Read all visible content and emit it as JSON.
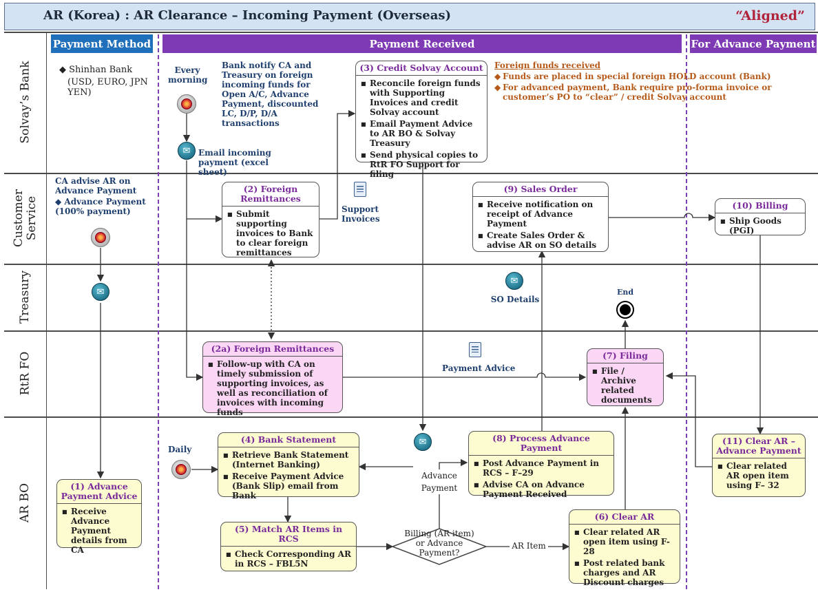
{
  "title": "AR (Korea) : AR Clearance – Incoming Payment (Overseas)",
  "status": "“Aligned”",
  "lanes": [
    "Solvay’s Bank",
    "Customer Service",
    "Treasury",
    "RtR FO",
    "AR BO"
  ],
  "headers": {
    "payment_method": "Payment Method",
    "payment_received": "Payment Received",
    "for_advance_payment": "For Advance Payment"
  },
  "colors": {
    "header_blue": "#1f6fba",
    "header_purple": "#7e3ab5",
    "title_bg": "#d4e3f3",
    "aligned_red": "#b0233a"
  },
  "bank": {
    "bullet": "Shinhan Bank",
    "currencies": "(USD, EURO, JPN YEN)"
  },
  "every_morning": "Every morning",
  "bank_notify": "Bank notify CA and Treasury on foreign incoming funds for Open A/C, Advance Payment, discounted LC, D/P, D/A transactions",
  "email_incoming": "Email incoming payment (excel sheet)",
  "ca_advise": {
    "line1": "CA advise AR on Advance Payment",
    "bullet": "Advance Payment (100% payment)"
  },
  "credit_solvay": {
    "title": "(3) Credit Solvay Account",
    "items": [
      "Reconcile foreign funds with Supporting Invoices and credit Solvay account",
      "Email Payment Advice to AR BO & Solvay Treasury",
      "Send physical copies to RtR FO Support for filing"
    ]
  },
  "foreign_funds": {
    "heading": "Foreign funds received",
    "items": [
      "Funds are placed in special foreign HOLD account (Bank)",
      "For advanced payment, Bank require pro-forma invoice or customer’s PO to “clear” / credit Solvay account"
    ]
  },
  "foreign_remittances": {
    "title": "(2) Foreign Remittances",
    "items": [
      "Submit supporting invoices to Bank to clear foreign remittances"
    ]
  },
  "support_invoices": "Support Invoices",
  "sales_order": {
    "title": "(9) Sales Order",
    "items": [
      "Receive notification on receipt of Advance Payment",
      "Create Sales Order & advise AR on SO details"
    ]
  },
  "billing": {
    "title": "(10) Billing",
    "items": [
      "Ship Goods (PGI)"
    ]
  },
  "so_details": "SO Details",
  "end_label": "End",
  "foreign_remittances_2a": {
    "title": "(2a) Foreign Remittances",
    "items": [
      "Follow-up with CA on timely submission of supporting invoices, as well as reconciliation of invoices with incoming funds"
    ]
  },
  "payment_advice": "Payment Advice",
  "filing": {
    "title": "(7) Filing",
    "items": [
      "File / Archive related documents"
    ]
  },
  "daily": "Daily",
  "bank_statement": {
    "title": "(4) Bank Statement",
    "items": [
      "Retrieve Bank Statement (Internet Banking)",
      "Receive Payment Advice (Bank Slip) email from Bank"
    ]
  },
  "process_adv": {
    "title": "(8) Process Advance Payment",
    "items": [
      "Post Advance Payment in RCS – F–29",
      "Advise CA on Advance Payment Received"
    ]
  },
  "clear_ar_adv": {
    "title": "(11) Clear AR – Advance Payment",
    "items": [
      "Clear related AR open item using F– 32"
    ]
  },
  "advance_payment_advice": {
    "title": "(1) Advance Payment Advice",
    "items": [
      "Receive Advance Payment details from CA"
    ]
  },
  "match_ar": {
    "title": "(5) Match AR Items in RCS",
    "items": [
      "Check Corresponding AR in RCS – FBL5N"
    ]
  },
  "decision": "Billing (AR item) or Advance Payment?",
  "advance_payment_label": "Advance Payment",
  "ar_item_label": "AR Item",
  "clear_ar": {
    "title": "(6) Clear AR",
    "items": [
      "Clear related AR open item using F-28",
      "Post related bank charges and AR Discount charges"
    ]
  }
}
